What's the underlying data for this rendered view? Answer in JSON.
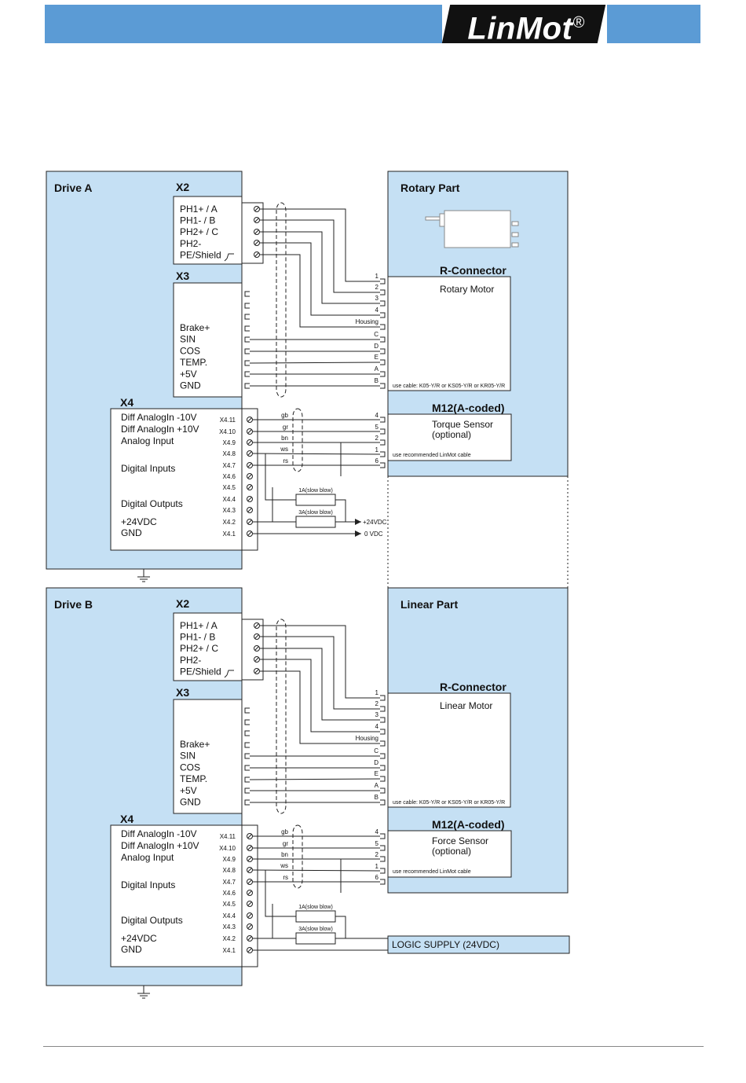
{
  "header": {
    "logo_text": "LinMot",
    "logo_reg": "®",
    "accent_color": "#5b9bd5"
  },
  "colors": {
    "panel_fill": "#c5e0f4",
    "line": "#222222"
  },
  "drive_a": {
    "title": "Drive A",
    "x2_label": "X2",
    "x2_signals": [
      "PH1+ / A",
      "PH1- / B",
      "PH2+ / C",
      "PH2-",
      "PE/Shield"
    ],
    "x3_label": "X3",
    "x3_signals": [
      "Brake+",
      "SIN",
      "COS",
      "TEMP.",
      "+5V",
      "GND"
    ],
    "x4_label": "X4",
    "x4_signals": [
      "Diff AnalogIn -10V",
      "Diff AnalogIn +10V",
      "Analog Input",
      "Digital Inputs",
      "Digital Outputs",
      "+24VDC",
      "GND"
    ],
    "x4_pins": [
      "X4.11",
      "X4.10",
      "X4.9",
      "X4.8",
      "X4.7",
      "X4.6",
      "X4.5",
      "X4.4",
      "X4.3",
      "X4.2",
      "X4.1"
    ],
    "sensor_wires": [
      "gb",
      "gr",
      "bn",
      "ws",
      "rs"
    ],
    "fuse1": "1A(slow blow)",
    "fuse2": "3A(slow blow)",
    "supply_plus": "+24VDC",
    "supply_zero": "0 VDC"
  },
  "rotary_part": {
    "title": "Rotary Part",
    "connector": "R-Connector",
    "motor": "Rotary Motor",
    "motor_pins": [
      "1",
      "2",
      "3",
      "4",
      "Housing",
      "C",
      "D",
      "E",
      "A",
      "B"
    ],
    "cable_note": "use cable: K05-Y/R or KS05-Y/R or KR05-Y/R",
    "m12": "M12(A-coded)",
    "sensor_line1": "Torque Sensor",
    "sensor_line2": "(optional)",
    "sensor_pins": [
      "4",
      "5",
      "2",
      "1",
      "6"
    ],
    "sensor_cable_note": "use recommended LinMot cable"
  },
  "drive_b": {
    "title": "Drive B",
    "x2_label": "X2",
    "x2_signals": [
      "PH1+ / A",
      "PH1- / B",
      "PH2+ / C",
      "PH2-",
      "PE/Shield"
    ],
    "x3_label": "X3",
    "x3_signals": [
      "Brake+",
      "SIN",
      "COS",
      "TEMP.",
      "+5V",
      "GND"
    ],
    "x4_label": "X4",
    "x4_signals": [
      "Diff AnalogIn -10V",
      "Diff AnalogIn +10V",
      "Analog Input",
      "Digital Inputs",
      "Digital Outputs",
      "+24VDC",
      "GND"
    ],
    "x4_pins": [
      "X4.11",
      "X4.10",
      "X4.9",
      "X4.8",
      "X4.7",
      "X4.6",
      "X4.5",
      "X4.4",
      "X4.3",
      "X4.2",
      "X4.1"
    ],
    "sensor_wires": [
      "gb",
      "gr",
      "bn",
      "ws",
      "rs"
    ],
    "fuse1": "1A(slow blow)",
    "fuse2": "3A(slow blow)",
    "logic_supply": "LOGIC SUPPLY (24VDC)"
  },
  "linear_part": {
    "title": "Linear Part",
    "connector": "R-Connector",
    "motor": "Linear Motor",
    "motor_pins": [
      "1",
      "2",
      "3",
      "4",
      "Housing",
      "C",
      "D",
      "E",
      "A",
      "B"
    ],
    "cable_note": "use cable: K05-Y/R or KS05-Y/R or KR05-Y/R",
    "m12": "M12(A-coded)",
    "sensor_line1": "Force Sensor",
    "sensor_line2": "(optional)",
    "sensor_pins": [
      "4",
      "5",
      "2",
      "1",
      "6"
    ],
    "sensor_cable_note": "use recommended LinMot cable"
  }
}
